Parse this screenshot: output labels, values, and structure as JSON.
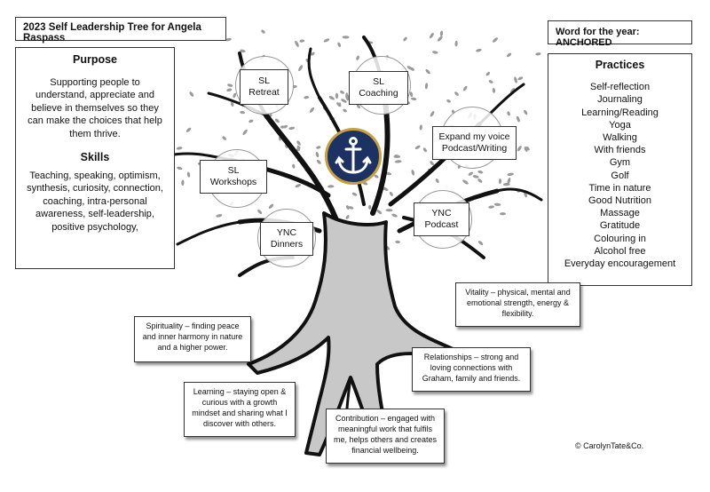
{
  "title": "2023 Self Leadership Tree for Angela Raspass",
  "word_of_year": "Word for the year: ANCHORED",
  "purpose": {
    "heading": "Purpose",
    "text": "Supporting people to understand, appreciate and believe in themselves so they can make the choices that help them thrive."
  },
  "skills": {
    "heading": "Skills",
    "text": "Teaching, speaking, optimism, synthesis, curiosity, connection, coaching, intra-personal awareness, self-leadership, positive psychology,"
  },
  "practices": {
    "heading": "Practices",
    "items": [
      "Self-reflection",
      "Journaling",
      "Learning/Reading",
      "Yoga",
      "Walking",
      "With friends",
      "Gym",
      "Golf",
      "Time in nature",
      "Good Nutrition",
      "Massage",
      "Gratitude",
      "Colouring in",
      "Alcohol free",
      "Everyday encouragement"
    ]
  },
  "nodes": {
    "sl_retreat": {
      "line1": "SL",
      "line2": "Retreat"
    },
    "sl_coaching": {
      "line1": "SL",
      "line2": "Coaching"
    },
    "expand_voice": {
      "line1": "Expand my voice",
      "line2": "Podcast/Writing"
    },
    "sl_workshops": {
      "line1": "SL",
      "line2": "Workshops"
    },
    "ync_dinners": {
      "line1": "YNC",
      "line2": "Dinners"
    },
    "ync_podcast": {
      "line1": "YNC",
      "line2": "Podcast"
    }
  },
  "callouts": {
    "vitality": "Vitality – physical, mental and emotional strength, energy & flexibility.",
    "spirituality": "Spirituality – finding peace and inner harmony in nature and a higher power.",
    "relationships": "Relationships – strong and loving connections with Graham, family and friends.",
    "learning": "Learning – staying open & curious with a growth mindset and sharing what I discover with others.",
    "contribution": "Contribution – engaged with meaningful work that fulfils me, helps others and creates financial wellbeing."
  },
  "copyright": "© CarolynTate&Co.",
  "colors": {
    "anchor_circle": "#1c3263",
    "anchor_ring": "#c8a040",
    "trunk_fill": "#c8c8c8",
    "outline": "#111111",
    "leaf": "#9a9a9a"
  }
}
